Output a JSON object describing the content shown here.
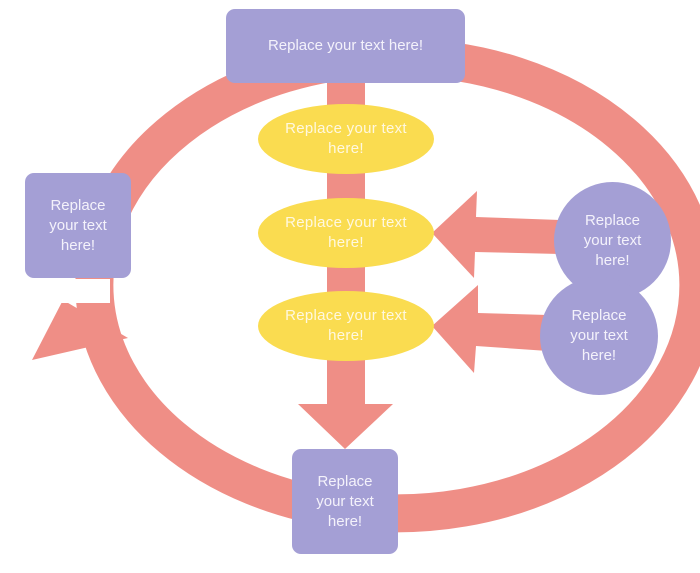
{
  "diagram": {
    "type": "cycle-flow",
    "colors": {
      "arrow": "#ef8e86",
      "node_purple": "#a49fd5",
      "node_yellow": "#fadc50",
      "text": "#f4f2fb"
    },
    "nodes": {
      "top": {
        "line1": "Replace your text here!"
      },
      "left": {
        "line1": "Replace",
        "line2": "your text",
        "line3": "here!"
      },
      "bottom": {
        "line1": "Replace",
        "line2": "your text",
        "line3": "here!"
      },
      "circle_upper": {
        "line1": "Replace",
        "line2": "your text",
        "line3": "here!"
      },
      "circle_lower": {
        "line1": "Replace",
        "line2": "your text",
        "line3": "here!"
      }
    },
    "ovals": [
      {
        "line1": "Replace your text",
        "line2": "here!"
      },
      {
        "line1": "Replace your text",
        "line2": "here!"
      },
      {
        "line1": "Replace your text",
        "line2": "here!"
      }
    ]
  }
}
